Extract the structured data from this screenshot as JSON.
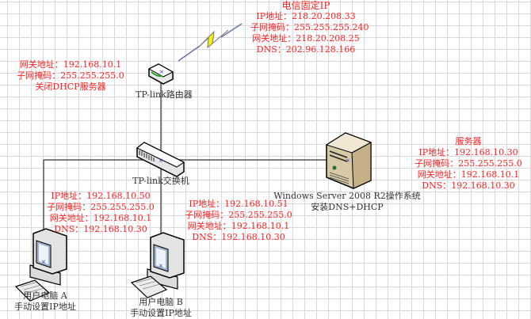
{
  "diagram": {
    "isp": {
      "title": "电信固定IP",
      "lines": [
        "IP地址：218.20.208.33",
        "子网掩码：255.255.255.240",
        "网关地址：218.20.208.25",
        "DNS：202.96.128.166"
      ]
    },
    "router": {
      "label": "TP-link路由器",
      "config_lines": [
        "网关地址：192.168.10.1",
        "子网掩码：255.255.255.0",
        "关闭DHCP服务器"
      ]
    },
    "switch": {
      "label": "TP-link交换机"
    },
    "server": {
      "label_lines": [
        "Windows Server 2008 R2操作系统",
        "安装DNS+DHCP"
      ],
      "title": "服务器",
      "lines": [
        "IP地址：192.168.10.30",
        "子网掩码：255.255.255.0",
        "网关地址：192.168.10.1",
        "DNS：192.168.10.30"
      ]
    },
    "pc_a": {
      "label_lines": [
        "用户电脑 A",
        "手动设置IP地址"
      ],
      "lines": [
        "IP地址：192.168.10.50",
        "子网掩码：255.255.255.0",
        "网关地址：192.168.10.1",
        "DNS：192.168.10.30"
      ]
    },
    "pc_b": {
      "label_lines": [
        "用户电脑 B",
        "手动设置IP地址"
      ],
      "lines": [
        "IP地址：192.168.10.51",
        "子网掩码：255.255.255.0",
        "网关地址：192.168.10.1",
        "DNS：192.168.10.30"
      ]
    },
    "colors": {
      "annotation": "#ff2020",
      "label": "#333333",
      "link": "#555555",
      "lightning": "#f5f000"
    }
  }
}
